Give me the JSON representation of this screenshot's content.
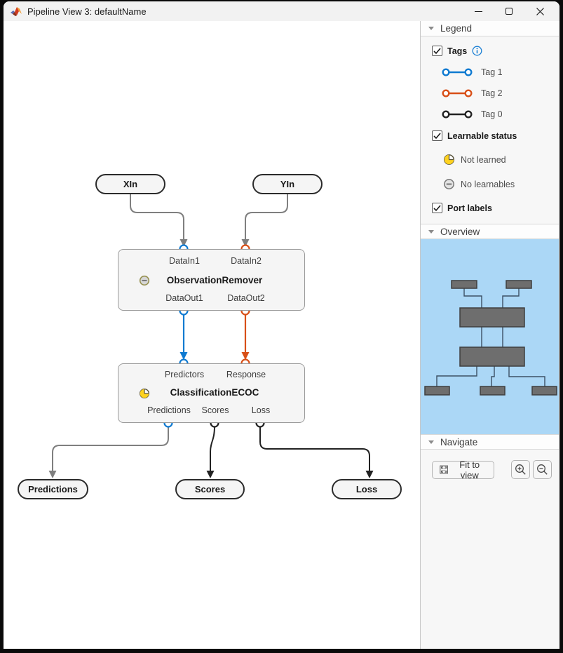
{
  "window": {
    "title": "Pipeline View 3: defaultName",
    "controls": [
      "minimize",
      "maximize",
      "close"
    ]
  },
  "colors": {
    "tag1_blue": "#0f7ad1",
    "tag2_orange": "#d84f17",
    "tag0_black": "#222222",
    "edge_gray": "#7f7f7f",
    "overview_background": "#abd7f6",
    "not_learned_yellow": "#ffd21f",
    "overview_block_gray": "#6e6e6e"
  },
  "canvas": {
    "input_nodes": [
      {
        "label": "XIn"
      },
      {
        "label": "YIn"
      }
    ],
    "blocks": [
      {
        "name": "ObservationRemover",
        "status_icon": "no-learnables",
        "inputs": [
          "DataIn1",
          "DataIn2"
        ],
        "outputs": [
          "DataOut1",
          "DataOut2"
        ]
      },
      {
        "name": "ClassificationECOC",
        "status_icon": "not-learned",
        "inputs": [
          "Predictors",
          "Response"
        ],
        "outputs": [
          "Predictions",
          "Scores",
          "Loss"
        ]
      }
    ],
    "output_nodes": [
      {
        "label": "Predictions"
      },
      {
        "label": "Scores"
      },
      {
        "label": "Loss"
      }
    ]
  },
  "sidebar": {
    "legend": {
      "header": "Legend",
      "tags_label": "Tags",
      "tags": [
        {
          "label": "Tag 1",
          "color": "#0f7ad1"
        },
        {
          "label": "Tag 2",
          "color": "#d84f17"
        },
        {
          "label": "Tag 0",
          "color": "#222222"
        }
      ],
      "learnable_label": "Learnable status",
      "learnable_items": [
        {
          "label": "Not learned",
          "icon": "not-learned-clock"
        },
        {
          "label": "No learnables",
          "icon": "no-learnables-circle"
        }
      ],
      "port_labels_label": "Port labels"
    },
    "overview": {
      "header": "Overview"
    },
    "navigate": {
      "header": "Navigate",
      "fit_button_label": "Fit to view"
    }
  }
}
